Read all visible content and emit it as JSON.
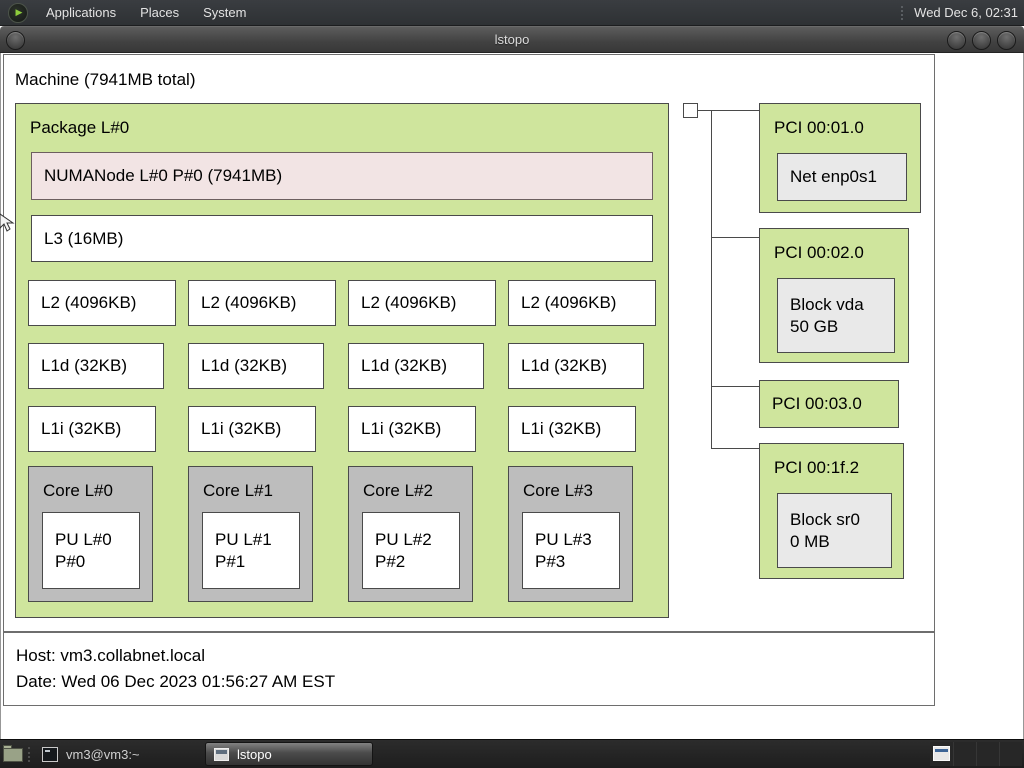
{
  "panel": {
    "menus": [
      "Applications",
      "Places",
      "System"
    ],
    "clock": "Wed Dec 6, 02:31"
  },
  "window": {
    "title": "lstopo"
  },
  "topology": {
    "machine_label": "Machine (7941MB total)",
    "package_label": "Package L#0",
    "numa_label": "NUMANode L#0 P#0 (7941MB)",
    "l3_label": "L3 (16MB)",
    "l2_labels": [
      "L2 (4096KB)",
      "L2 (4096KB)",
      "L2 (4096KB)",
      "L2 (4096KB)"
    ],
    "l1d_labels": [
      "L1d (32KB)",
      "L1d (32KB)",
      "L1d (32KB)",
      "L1d (32KB)"
    ],
    "l1i_labels": [
      "L1i (32KB)",
      "L1i (32KB)",
      "L1i (32KB)",
      "L1i (32KB)"
    ],
    "cores": [
      {
        "label": "Core L#0",
        "pu_line1": "PU L#0",
        "pu_line2": "P#0"
      },
      {
        "label": "Core L#1",
        "pu_line1": "PU L#1",
        "pu_line2": "P#1"
      },
      {
        "label": "Core L#2",
        "pu_line1": "PU L#2",
        "pu_line2": "P#2"
      },
      {
        "label": "Core L#3",
        "pu_line1": "PU L#3",
        "pu_line2": "P#3"
      }
    ],
    "pci_devices": [
      {
        "label": "PCI 00:01.0",
        "device_line1": "Net enp0s1"
      },
      {
        "label": "PCI 00:02.0",
        "device_line1": "Block vda",
        "device_line2": "50 GB"
      },
      {
        "label": "PCI 00:03.0"
      },
      {
        "label": "PCI 00:1f.2",
        "device_line1": "Block sr0",
        "device_line2": "0 MB"
      }
    ],
    "host_line": "Host: vm3.collabnet.local",
    "date_line": "Date: Wed 06 Dec 2023 01:56:27 AM EST"
  },
  "taskbar": {
    "tasks": [
      {
        "label": "vm3@vm3:~"
      },
      {
        "label": "lstopo"
      }
    ]
  },
  "colors": {
    "package_green": "#cfe59d",
    "numa_pink": "#f2e4e4",
    "core_gray": "#bdbdbd",
    "osdev_gray": "#e9e9e9",
    "box_border": "#4a4a4a",
    "panel_bg": "#33363a",
    "taskbar_bg": "#242424"
  }
}
